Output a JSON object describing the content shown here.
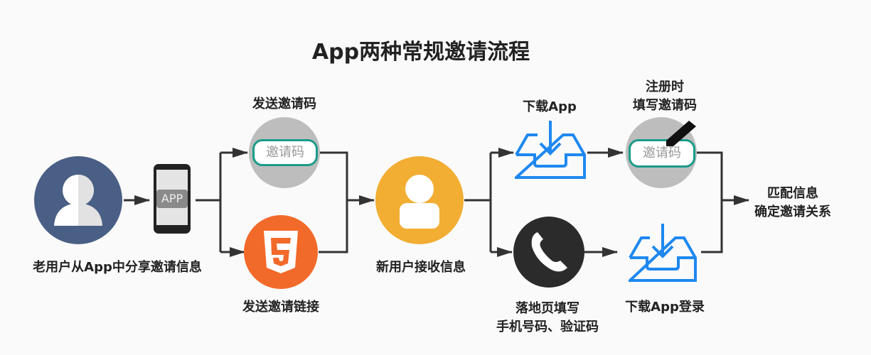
{
  "title": "App两种常规邀请流程",
  "nodes": {
    "old_user": "老用户从App中分享邀请信息",
    "app_badge": "APP",
    "send_code": "发送邀请码",
    "code_pill": "邀请码",
    "send_link": "发送邀请链接",
    "new_user": "新用户接收信息",
    "download_app": "下载App",
    "register_line1": "注册时",
    "register_line2": "填写邀请码",
    "register_pill": "邀请码",
    "landing_line1": "落地页填写",
    "landing_line2": "手机号码、验证码",
    "download_login": "下载App登录",
    "match_line1": "匹配信息",
    "match_line2": "确定邀请关系"
  },
  "colors": {
    "old_user": "#4a5f85",
    "html5": "#f26a2a",
    "new_user": "#f2ad33",
    "tray": "#1e88f0",
    "phone": "#2b2b2b",
    "pill_border": "#1a9b8a"
  }
}
